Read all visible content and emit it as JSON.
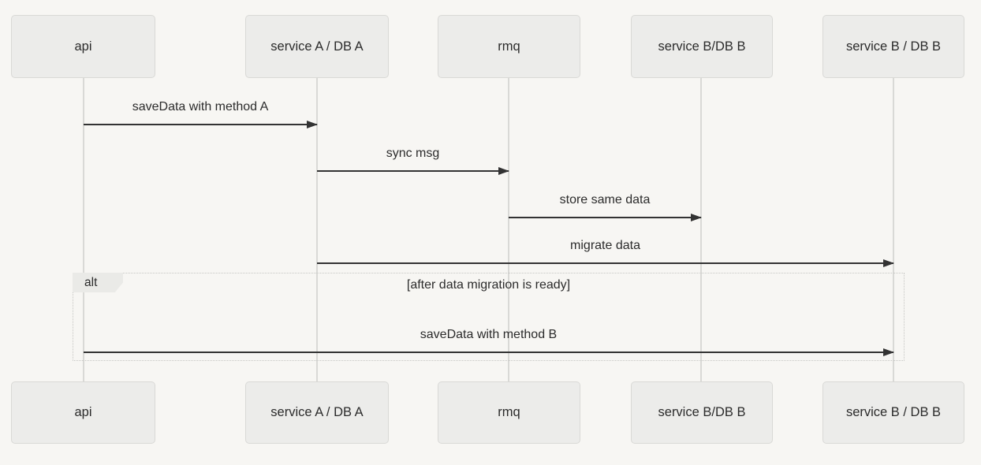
{
  "diagram": {
    "type": "sequence-diagram",
    "actors": [
      {
        "id": "api",
        "label": "api"
      },
      {
        "id": "serviceA",
        "label": "service A / DB A"
      },
      {
        "id": "rmq",
        "label": "rmq"
      },
      {
        "id": "serviceB1",
        "label": "service B/DB B"
      },
      {
        "id": "serviceB2",
        "label": "service B / DB B"
      }
    ],
    "messages": [
      {
        "from": "api",
        "to": "serviceA",
        "label": "saveData with method A"
      },
      {
        "from": "serviceA",
        "to": "rmq",
        "label": "sync msg"
      },
      {
        "from": "rmq",
        "to": "serviceB1",
        "label": "store same data"
      },
      {
        "from": "serviceA",
        "to": "serviceB2",
        "label": "migrate data"
      },
      {
        "from": "api",
        "to": "serviceB2",
        "label": "saveData with method B"
      }
    ],
    "fragment": {
      "label": "alt",
      "condition": "[after data migration is ready]"
    },
    "colors": {
      "background": "#f7f6f3",
      "actor_fill": "#ececea",
      "actor_border": "#d9d9d6",
      "lifeline": "#d9d9d6",
      "message_line": "#333333",
      "text": "#2b2b2b",
      "frame_border": "#c6c6c3",
      "fragment_label_fill": "#eaeae7"
    }
  }
}
